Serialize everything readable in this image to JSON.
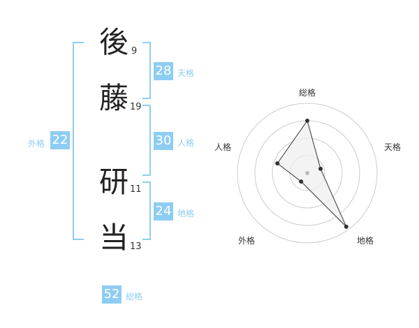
{
  "name": {
    "characters": [
      {
        "char": "後",
        "strokes": "9"
      },
      {
        "char": "藤",
        "strokes": "19"
      },
      {
        "char": "研",
        "strokes": "11"
      },
      {
        "char": "当",
        "strokes": "13"
      }
    ]
  },
  "fortune": {
    "tenkaku": {
      "value": "28",
      "label": "天格"
    },
    "jinkaku": {
      "value": "30",
      "label": "人格"
    },
    "chikaku": {
      "value": "24",
      "label": "地格"
    },
    "gaikaku": {
      "value": "22",
      "label": "外格"
    },
    "soukaku": {
      "value": "52",
      "label": "総格"
    }
  },
  "radar": {
    "axes": [
      "総格",
      "天格",
      "地格",
      "外格",
      "人格"
    ],
    "values": [
      0.75,
      0.2,
      0.95,
      0.15,
      0.45
    ],
    "line_color": "#333333",
    "ring_color": "#cccccc",
    "fill_color": "#eeeeee"
  }
}
